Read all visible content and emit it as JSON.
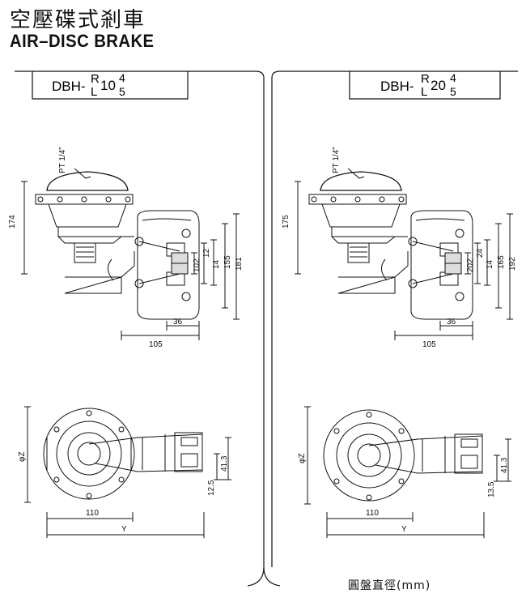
{
  "header": {
    "title_cn": "空壓碟式剎車",
    "title_en": "AIR–DISC BRAKE"
  },
  "left": {
    "model": {
      "prefix": "DBH-",
      "sup_letter": "R",
      "sub_letter": "L",
      "num": "10",
      "sup_num": "4",
      "sub_num": "5"
    },
    "port_label": "PT 1/4\"",
    "dims": {
      "height": "174",
      "d1": "102",
      "d2": "12",
      "d3": "14",
      "d4": "155",
      "d5": "181",
      "w1": "105",
      "w2": "36",
      "phi": "φZ",
      "v1": "41.3",
      "v2": "12.5",
      "w3": "110",
      "w4": "Y"
    }
  },
  "right": {
    "model": {
      "prefix": "DBH-",
      "sup_letter": "R",
      "sub_letter": "L",
      "num": "20",
      "sup_num": "4",
      "sub_num": "5"
    },
    "port_label": "PT 1/4\"",
    "dims": {
      "height": "175",
      "d1": "202",
      "d2": "24",
      "d3": "14",
      "d4": "165",
      "d5": "192",
      "w1": "105",
      "w2": "36",
      "phi": "φZ",
      "v1": "41.3",
      "v2": "13.5",
      "w3": "110",
      "w4": "Y"
    }
  },
  "footer": {
    "caption": "圓盤直徑(mm)"
  }
}
